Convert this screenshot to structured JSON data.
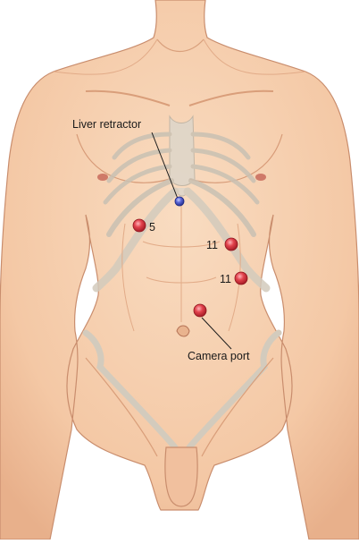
{
  "labels": {
    "liver_retractor": "Liver retractor",
    "port_5": "5",
    "port_11_upper": "11",
    "port_11_lower": "11",
    "camera_port": "Camera port"
  },
  "colors": {
    "skin": "#f6cfae",
    "skin_shade": "#e9b38e",
    "outline": "#c98d6d",
    "bone": "#d9d3c7",
    "bone_shade": "#b8b0a2",
    "port_red": "#d83a44",
    "port_blue": "#4a57c6",
    "line": "#1a1a1a"
  }
}
